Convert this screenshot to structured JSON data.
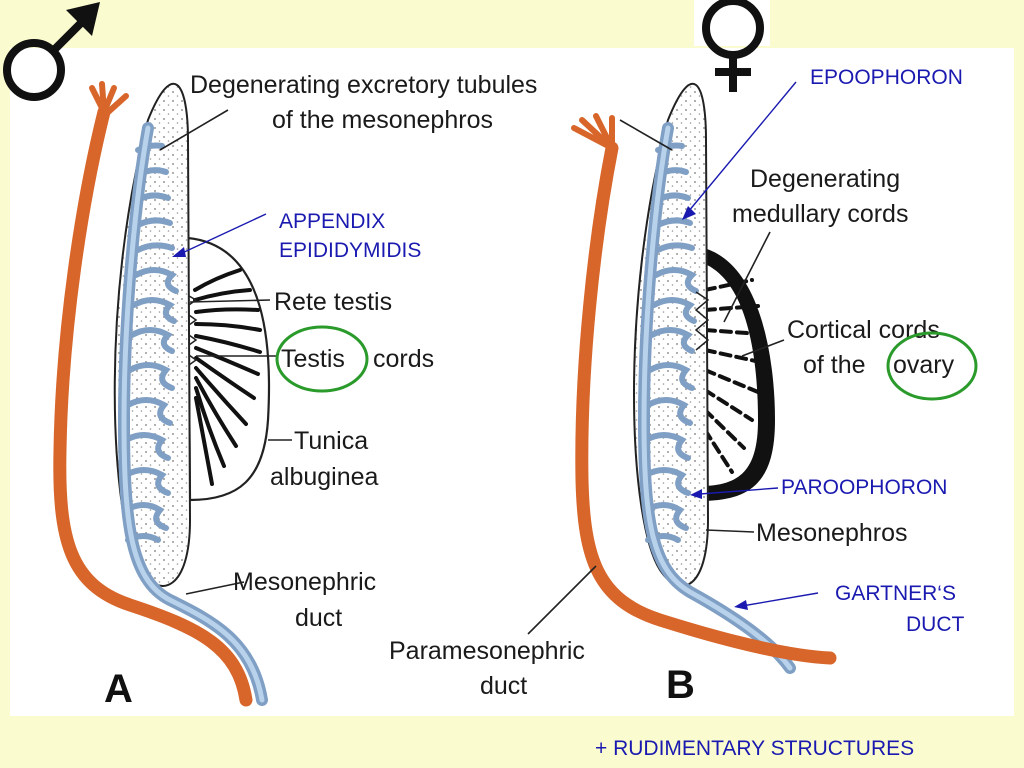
{
  "symbols": {
    "male": "male-symbol",
    "female": "female-symbol"
  },
  "panel_a": {
    "letter": "A",
    "labels": {
      "tubules_line1": "Degenerating excretory tubules",
      "tubules_line2": "of the mesonephros",
      "rete_testis": "Rete testis",
      "testis": "Testis",
      "cords": "cords",
      "tunica_line1": "Tunica",
      "tunica_line2": "albuginea",
      "mesonephric_line1": "Mesonephric",
      "mesonephric_line2": "duct",
      "appendix_line1": "APPENDIX",
      "appendix_line2": "EPIDIDYMIDIS"
    }
  },
  "panel_b": {
    "letter": "B",
    "labels": {
      "medullary_line1": "Degenerating",
      "medullary_line2": "medullary cords",
      "cortical_line1": "Cortical cords",
      "of_the": "of the",
      "ovary": "ovary",
      "mesonephros": "Mesonephros",
      "paramesonephric_line1": "Paramesonephric",
      "paramesonephric_line2": "duct",
      "epoophoron": "EPOOPHORON",
      "paroophoron": "PAROOPHORON",
      "gartner_line1": "GARTNER‘S",
      "gartner_line2": "DUCT"
    }
  },
  "footer": "+ RUDIMENTARY STRUCTURES",
  "colors": {
    "background": "#fbfbd0",
    "panel": "#ffffff",
    "mesonephric_duct": "#7f9fc4",
    "paramesonephric_duct": "#d8662a",
    "annotation": "#1a1ab0",
    "highlight_circle": "#2a9a2a"
  }
}
